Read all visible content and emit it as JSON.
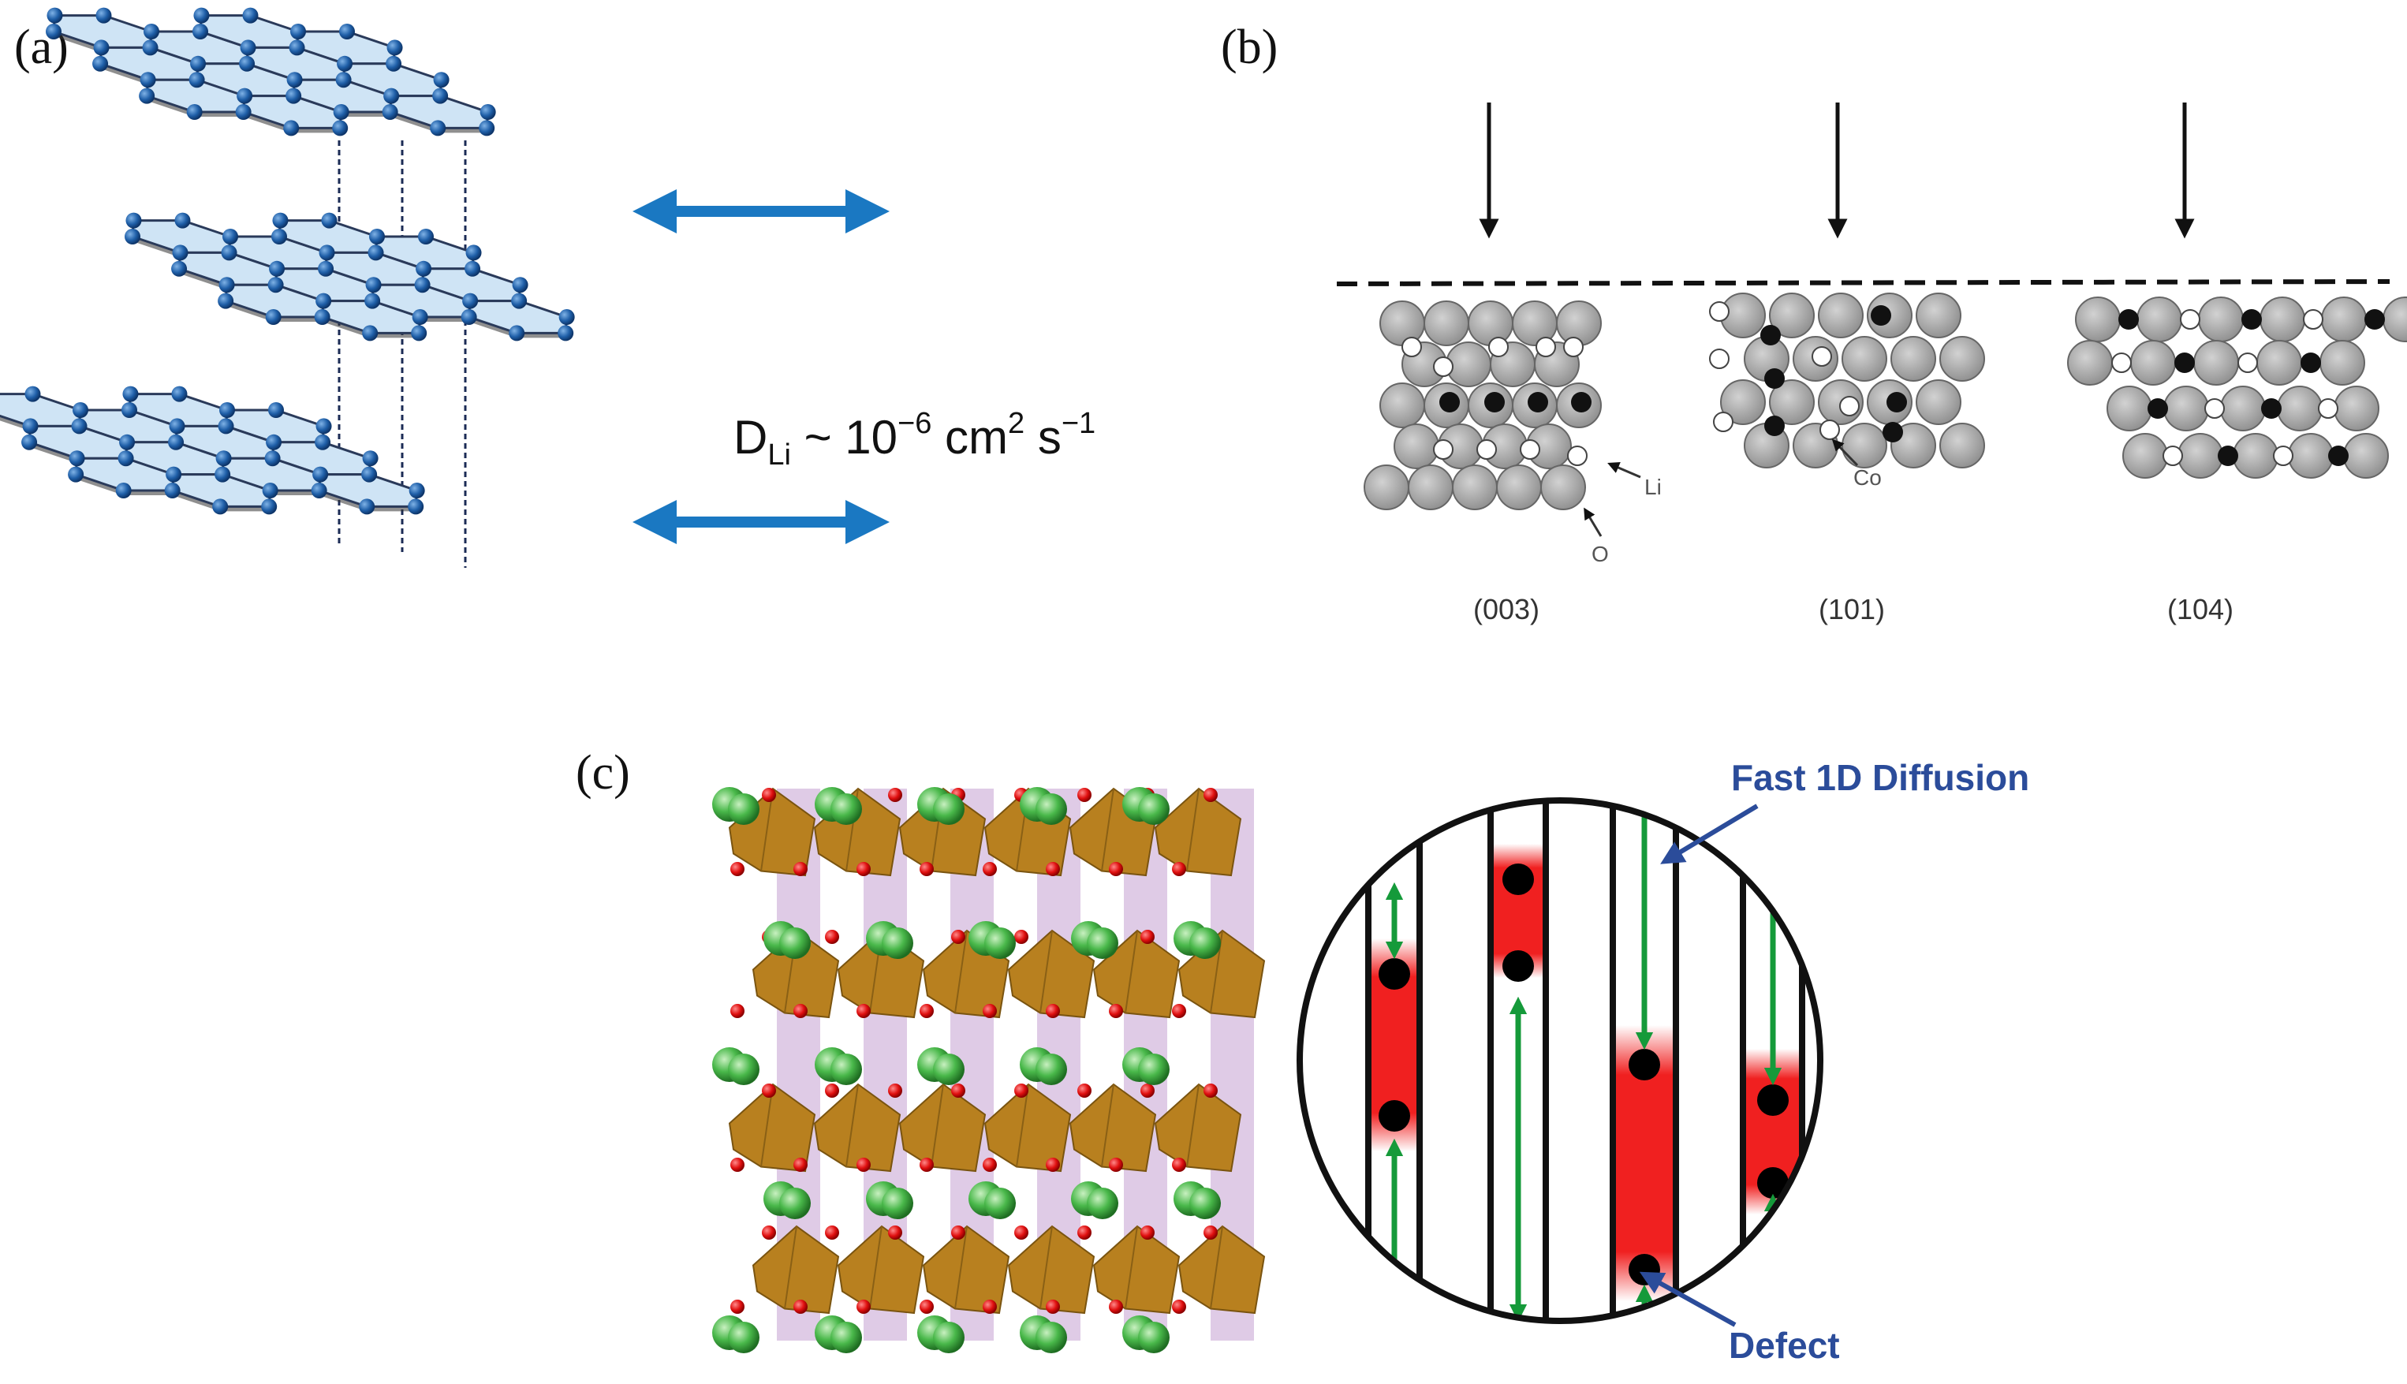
{
  "panels": {
    "a": {
      "label": "(a)",
      "diffusion": {
        "symbol": "D",
        "subscript": "Li",
        "middle": " ~ 10",
        "exp1": "−6",
        "unit_cm": " cm",
        "exp2": "2",
        "unit_s": " s",
        "exp3": "−1"
      }
    },
    "b": {
      "label": "(b)",
      "atom_labels": {
        "li": "Li",
        "o": "O",
        "co": "Co"
      },
      "facets": [
        "(003)",
        "(101)",
        "(104)"
      ]
    },
    "c": {
      "label": "(c)",
      "fast_diffusion": "Fast 1D Diffusion",
      "defect": "Defect"
    }
  },
  "colors": {
    "sheet_fill": "#cfe4f5",
    "atom_blue": "#1f5fa8",
    "arrow_blue": "#1a78c2",
    "octahedra": "#b8801f",
    "tetrahedra": "#c9a8d6",
    "oxygen_red": "#e01010",
    "lithium_green": "#49b84a",
    "defect_red": "#f02020",
    "channel_arrow_green": "#159a3a",
    "annotation_blue": "#2b4c9a"
  }
}
